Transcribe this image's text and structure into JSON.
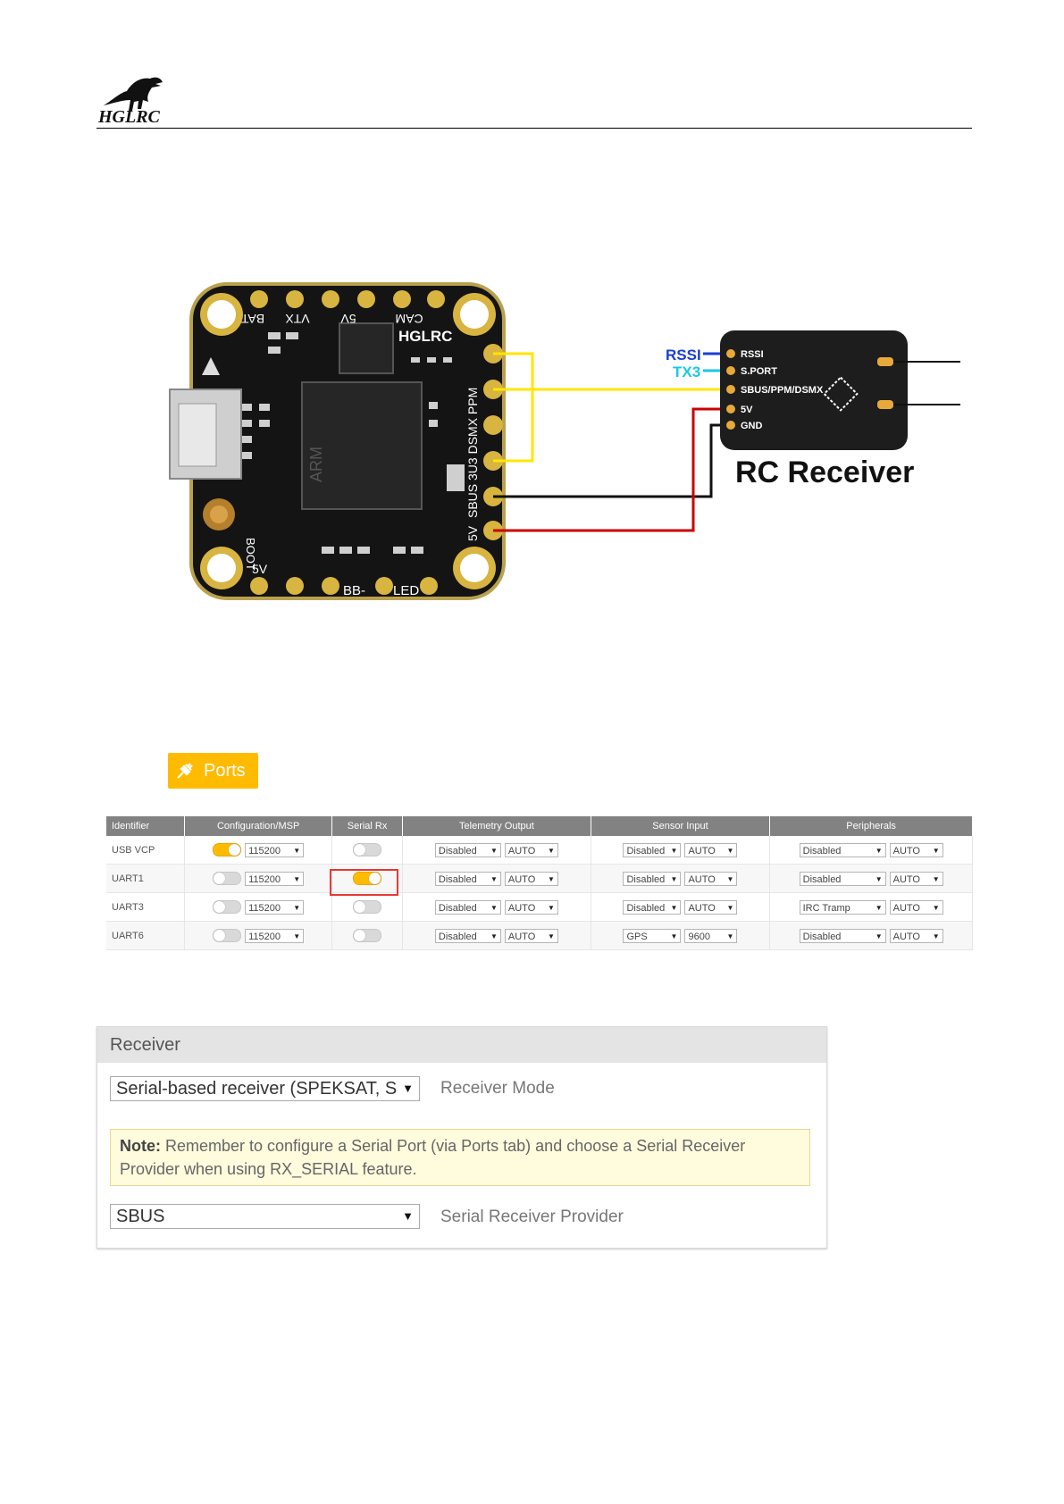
{
  "header": {
    "logo_text": "HGLRC"
  },
  "diagram": {
    "fc_labels": {
      "bat": "BAT",
      "vtx": "VTX",
      "cam_5v": "5V",
      "cam": "CAM",
      "brand": "HGLRC",
      "pad_labels": "SBUS 3U3 DSMX PPM",
      "boot": "BOOT",
      "v5": "5V",
      "led": "LED",
      "bb": "BB-",
      "pad_5v": "5V"
    },
    "rx_pins": [
      "RSSI",
      "S.PORT",
      "SBUS/PPM/DSMX",
      "5V",
      "GND"
    ],
    "rssi_label": "RSSI",
    "tx3_label": "TX3",
    "receiver_title": "RC Receiver",
    "colors": {
      "yellow_wire": "#ffe600",
      "red_wire": "#cc0000",
      "rssi": "#1a3fd0",
      "tx3": "#19c8e6"
    }
  },
  "ports": {
    "tab_label": "Ports",
    "headers": [
      "Identifier",
      "Configuration/MSP",
      "Serial Rx",
      "Telemetry Output",
      "Sensor Input",
      "Peripherals"
    ],
    "rows": [
      {
        "id": "USB VCP",
        "msp": "115200",
        "telem": "Disabled",
        "telem_baud": "AUTO",
        "sensor": "Disabled",
        "sensor_baud": "AUTO",
        "periph": "Disabled",
        "periph_baud": "AUTO"
      },
      {
        "id": "UART1",
        "msp": "115200",
        "telem": "Disabled",
        "telem_baud": "AUTO",
        "sensor": "Disabled",
        "sensor_baud": "AUTO",
        "periph": "Disabled",
        "periph_baud": "AUTO"
      },
      {
        "id": "UART3",
        "msp": "115200",
        "telem": "Disabled",
        "telem_baud": "AUTO",
        "sensor": "Disabled",
        "sensor_baud": "AUTO",
        "periph": "IRC Tramp",
        "periph_baud": "AUTO"
      },
      {
        "id": "UART6",
        "msp": "115200",
        "telem": "Disabled",
        "telem_baud": "AUTO",
        "sensor": "GPS",
        "sensor_baud": "9600",
        "periph": "Disabled",
        "periph_baud": "AUTO"
      }
    ],
    "toggles": {
      "msp": [
        true,
        false,
        false,
        false
      ],
      "serial_rx": [
        false,
        true,
        false,
        false
      ]
    }
  },
  "receiver": {
    "title": "Receiver",
    "mode_value": "Serial-based receiver (SPEKSAT, S",
    "mode_label": "Receiver Mode",
    "note_bold": "Note:",
    "note_text": " Remember to configure a Serial Port (via Ports tab) and choose a Serial Receiver Provider when using RX_SERIAL feature.",
    "provider_value": "SBUS",
    "provider_label": "Serial Receiver Provider"
  }
}
